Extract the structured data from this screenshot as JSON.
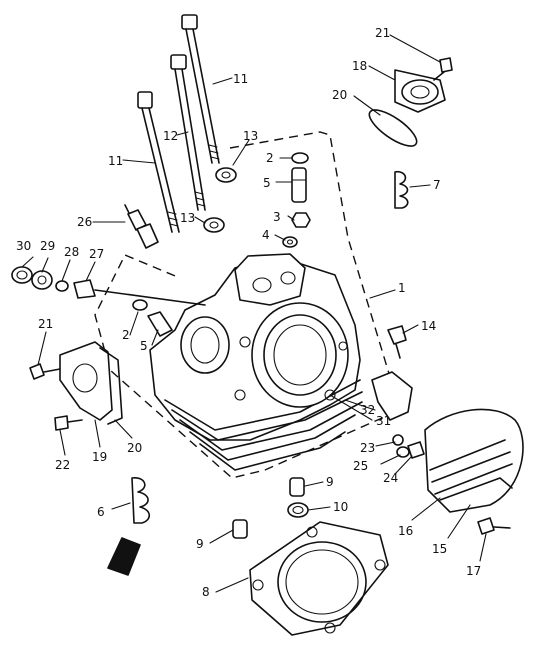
{
  "diagram": {
    "callouts": [
      {
        "id": "c1",
        "text": "1"
      },
      {
        "id": "c2a",
        "text": "2"
      },
      {
        "id": "c2b",
        "text": "2"
      },
      {
        "id": "c3",
        "text": "3"
      },
      {
        "id": "c4",
        "text": "4"
      },
      {
        "id": "c5a",
        "text": "5"
      },
      {
        "id": "c5b",
        "text": "5"
      },
      {
        "id": "c6",
        "text": "6"
      },
      {
        "id": "c7",
        "text": "7"
      },
      {
        "id": "c8",
        "text": "8"
      },
      {
        "id": "c9a",
        "text": "9"
      },
      {
        "id": "c9b",
        "text": "9"
      },
      {
        "id": "c10",
        "text": "10"
      },
      {
        "id": "c11a",
        "text": "11"
      },
      {
        "id": "c11b",
        "text": "11"
      },
      {
        "id": "c12",
        "text": "12"
      },
      {
        "id": "c13a",
        "text": "13"
      },
      {
        "id": "c13b",
        "text": "13"
      },
      {
        "id": "c14",
        "text": "14"
      },
      {
        "id": "c15",
        "text": "15"
      },
      {
        "id": "c16",
        "text": "16"
      },
      {
        "id": "c17",
        "text": "17"
      },
      {
        "id": "c18",
        "text": "18"
      },
      {
        "id": "c19",
        "text": "19"
      },
      {
        "id": "c20a",
        "text": "20"
      },
      {
        "id": "c20b",
        "text": "20"
      },
      {
        "id": "c21a",
        "text": "21"
      },
      {
        "id": "c21b",
        "text": "21"
      },
      {
        "id": "c22",
        "text": "22"
      },
      {
        "id": "c23",
        "text": "23"
      },
      {
        "id": "c24",
        "text": "24"
      },
      {
        "id": "c25",
        "text": "25"
      },
      {
        "id": "c26",
        "text": "26"
      },
      {
        "id": "c27",
        "text": "27"
      },
      {
        "id": "c28",
        "text": "28"
      },
      {
        "id": "c29",
        "text": "29"
      },
      {
        "id": "c30",
        "text": "30"
      },
      {
        "id": "c31",
        "text": "31"
      },
      {
        "id": "c32",
        "text": "32"
      }
    ]
  }
}
